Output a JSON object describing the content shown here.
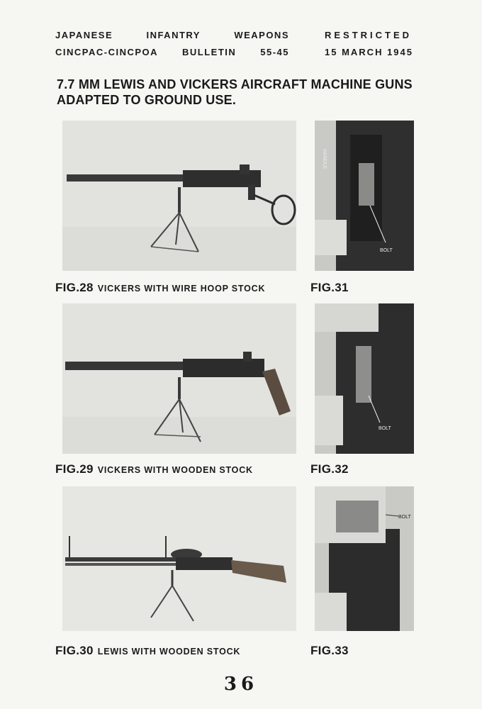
{
  "header": {
    "line1_left": [
      "JAPANESE",
      "INFANTRY",
      "WEAPONS"
    ],
    "line1_right": "RESTRICTED",
    "line2_left": [
      "CINCPAC-CINCPOA",
      "BULLETIN",
      "55-45"
    ],
    "line2_right": "15 MARCH 1945"
  },
  "title": {
    "line1": "7.7 MM LEWIS AND VICKERS AIRCRAFT MACHINE GUNS",
    "line2": "ADAPTED TO GROUND USE."
  },
  "figures": [
    {
      "fig": "FIG.28",
      "desc": "VICKERS WITH WIRE HOOP STOCK"
    },
    {
      "fig": "FIG.31",
      "desc": ""
    },
    {
      "fig": "FIG.29",
      "desc": "VICKERS WITH WOODEN STOCK"
    },
    {
      "fig": "FIG.32",
      "desc": ""
    },
    {
      "fig": "FIG.30",
      "desc": "LEWIS WITH WOODEN STOCK"
    },
    {
      "fig": "FIG.33",
      "desc": ""
    }
  ],
  "photo_labels": {
    "fig31_bolt": "BOLT",
    "fig31_handle": "HANDLE",
    "fig32_bolt": "BOLT",
    "fig33_bolt": "BOLT"
  },
  "page_number": "36"
}
